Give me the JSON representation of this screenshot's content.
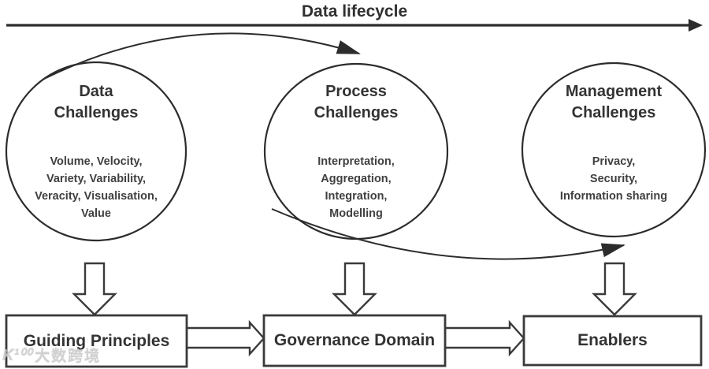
{
  "title": "Data lifecycle",
  "circles": [
    {
      "name": "Data Challenges",
      "title": "Data\nChallenges",
      "items": "Volume, Velocity,\nVariety, Variability,\nVeracity, Visualisation,\nValue"
    },
    {
      "name": "Process Challenges",
      "title": "Process\nChallenges",
      "items": "Interpretation,\nAggregation,\nIntegration,\nModelling"
    },
    {
      "name": "Management Challenges",
      "title": "Management\nChallenges",
      "items": "Privacy,\nSecurity,\nInformation sharing"
    }
  ],
  "boxes": [
    {
      "label": "Guiding Principles"
    },
    {
      "label": "Governance Domain"
    },
    {
      "label": "Enablers"
    }
  ],
  "connections": [
    {
      "from": "Data Challenges",
      "to": "Process Challenges",
      "type": "curved-arrow"
    },
    {
      "from": "Process Challenges",
      "to": "Management Challenges",
      "type": "curved-arrow"
    },
    {
      "from": "Data Challenges",
      "to": "Guiding Principles",
      "type": "block-down-arrow"
    },
    {
      "from": "Process Challenges",
      "to": "Governance Domain",
      "type": "block-down-arrow"
    },
    {
      "from": "Management Challenges",
      "to": "Enablers",
      "type": "block-down-arrow"
    },
    {
      "from": "Guiding Principles",
      "to": "Governance Domain",
      "type": "block-right-arrow"
    },
    {
      "from": "Governance Domain",
      "to": "Enablers",
      "type": "block-right-arrow"
    }
  ],
  "watermark": {
    "logo": "K¹⁰⁰",
    "text": "大数跨境"
  },
  "colors": {
    "ink": "#2c2c2c",
    "text": "#3a3a3a",
    "box_border": "#3a3a3a",
    "background": "#ffffff",
    "watermark": "#c9c9c9"
  }
}
